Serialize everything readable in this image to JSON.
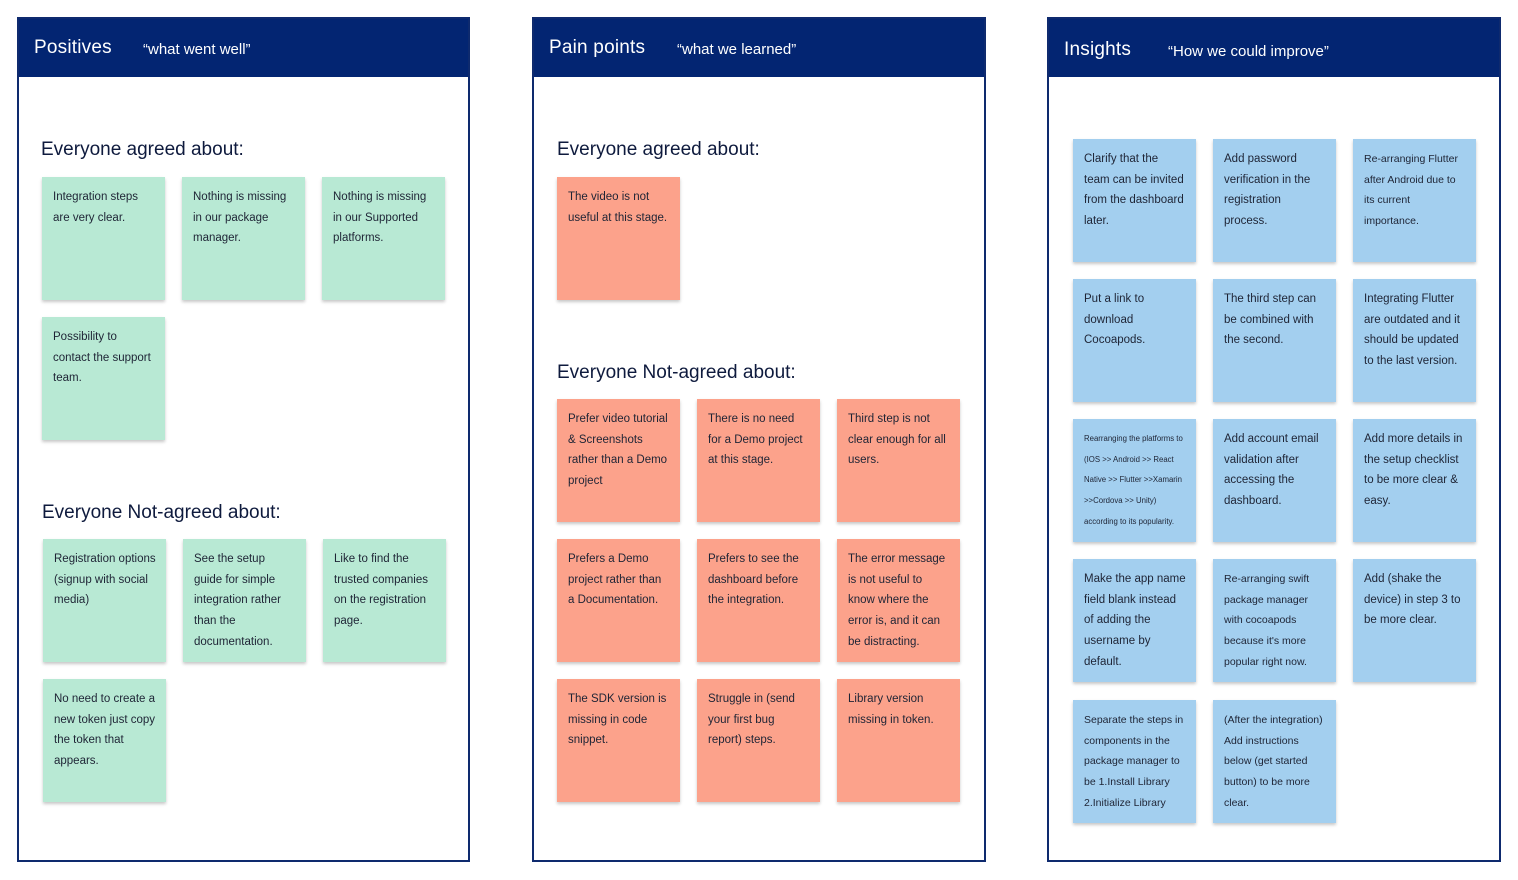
{
  "colors": {
    "header_bg": "#032572",
    "border": "#0e2a6e",
    "positive_note": "#b8e9d4",
    "pain_note": "#fca28b",
    "insight_note": "#a3cfef"
  },
  "positives": {
    "title": "Positives",
    "subtitle": "“what went well”",
    "agreed_heading": "Everyone agreed about:",
    "agreed_notes": [
      "Integration steps are very clear.",
      "Nothing is missing in our package manager.",
      "Nothing is missing in our Supported platforms.",
      "Possibility to contact the support team."
    ],
    "not_agreed_heading": "Everyone Not-agreed about:",
    "not_agreed_notes": [
      "Registration options (signup with social media)",
      "See the setup guide for simple integration rather than the documentation.",
      "Like to find the trusted companies on the registration page.",
      "No need to create a new token just copy the token that appears."
    ]
  },
  "pain_points": {
    "title": "Pain points",
    "subtitle": "“what we learned”",
    "agreed_heading": "Everyone agreed about:",
    "agreed_notes": [
      "The video is not useful at this stage."
    ],
    "not_agreed_heading": "Everyone Not-agreed about:",
    "not_agreed_notes": [
      "Prefer video tutorial & Screenshots rather than a Demo project",
      "There is no need for a Demo project at this stage.",
      "Third step is not clear enough for all users.",
      "Prefers a Demo project rather than a Documentation.",
      "Prefers to see the dashboard before the integration.",
      "The error message is not useful to know where the error is, and it can be distracting.",
      "The SDK version is missing in code snippet.",
      "Struggle in (send your first bug report) steps.",
      "Library version missing in token."
    ]
  },
  "insights": {
    "title": "Insights",
    "subtitle": "“How we could improve”",
    "notes": [
      "Clarify that the team can be invited from the dashboard later.",
      "Add password verification in the registration process.",
      "Re-arranging Flutter after Android due to its current importance.",
      "Put a link to download Cocoapods.",
      "The third step can be combined with the second.",
      "Integrating Flutter are outdated and it should be updated to the last version.",
      "Rearranging the platforms to (IOS >> Android >> React Native >> Flutter >>Xamarin >>Cordova >> Unity) according to its popularity.",
      "Add account email validation after accessing the dashboard.",
      "Add more details in the setup checklist to be more clear & easy.",
      "Make the app name field blank instead of adding the username by default.",
      "Re-arranging swift package manager with cocoapods because it's more popular right now.",
      "Add (shake the device) in step 3 to be more clear.",
      "Separate the steps in components in the package manager to be 1.Install Library 2.Initialize Library",
      "(After the integration) Add instructions below (get started button) to be more clear."
    ]
  }
}
